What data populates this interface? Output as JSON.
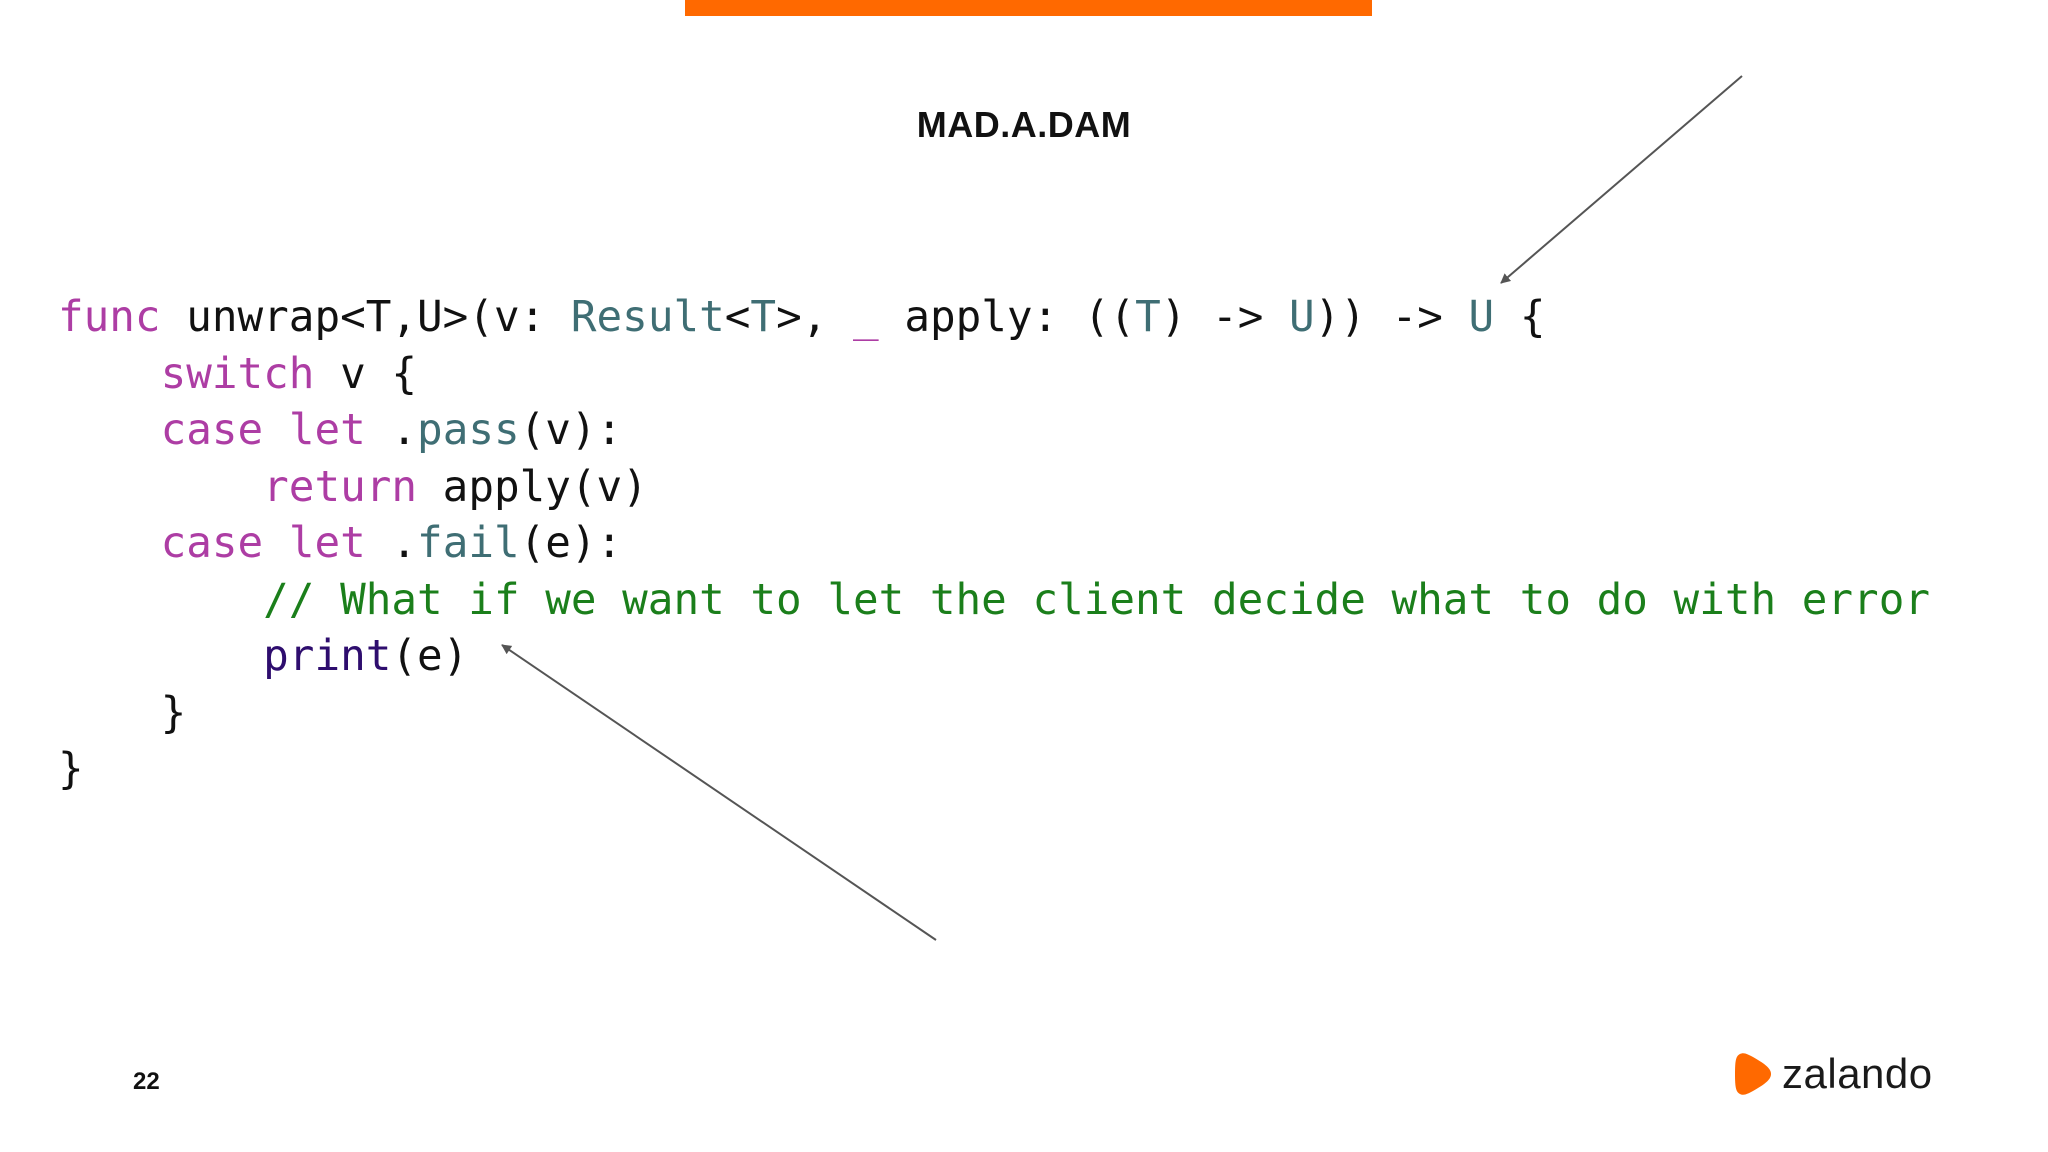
{
  "slide": {
    "title": "MAD.A.DAM",
    "page_number": "22",
    "accent_color": "#ff6900"
  },
  "code": {
    "language": "swift",
    "lines": [
      {
        "tokens": [
          {
            "text": "func",
            "kind": "kw"
          },
          {
            "text": " unwrap<T,U>(v: ",
            "kind": "pl"
          },
          {
            "text": "Result",
            "kind": "ty"
          },
          {
            "text": "<",
            "kind": "pl"
          },
          {
            "text": "T",
            "kind": "ty"
          },
          {
            "text": ">, ",
            "kind": "pl"
          },
          {
            "text": "_",
            "kind": "kw"
          },
          {
            "text": " apply: ((",
            "kind": "pl"
          },
          {
            "text": "T",
            "kind": "ty"
          },
          {
            "text": ") -> ",
            "kind": "pl"
          },
          {
            "text": "U",
            "kind": "ty"
          },
          {
            "text": ")) -> ",
            "kind": "pl"
          },
          {
            "text": "U",
            "kind": "ty"
          },
          {
            "text": " {",
            "kind": "pl"
          }
        ]
      },
      {
        "tokens": [
          {
            "text": "    ",
            "kind": "pl"
          },
          {
            "text": "switch",
            "kind": "kw"
          },
          {
            "text": " v {",
            "kind": "pl"
          }
        ]
      },
      {
        "tokens": [
          {
            "text": "    ",
            "kind": "pl"
          },
          {
            "text": "case",
            "kind": "kw"
          },
          {
            "text": " ",
            "kind": "pl"
          },
          {
            "text": "let",
            "kind": "kw"
          },
          {
            "text": " .",
            "kind": "pl"
          },
          {
            "text": "pass",
            "kind": "ty"
          },
          {
            "text": "(v):",
            "kind": "pl"
          }
        ]
      },
      {
        "tokens": [
          {
            "text": "        ",
            "kind": "pl"
          },
          {
            "text": "return",
            "kind": "kw"
          },
          {
            "text": " apply(v)",
            "kind": "pl"
          }
        ]
      },
      {
        "tokens": [
          {
            "text": "    ",
            "kind": "pl"
          },
          {
            "text": "case",
            "kind": "kw"
          },
          {
            "text": " ",
            "kind": "pl"
          },
          {
            "text": "let",
            "kind": "kw"
          },
          {
            "text": " .",
            "kind": "pl"
          },
          {
            "text": "fail",
            "kind": "ty"
          },
          {
            "text": "(e):",
            "kind": "pl"
          }
        ]
      },
      {
        "tokens": [
          {
            "text": "        ",
            "kind": "pl"
          },
          {
            "text": "// What if we want to let the client decide what to do with error",
            "kind": "cm"
          }
        ]
      },
      {
        "tokens": [
          {
            "text": "        ",
            "kind": "pl"
          },
          {
            "text": "print",
            "kind": "fn"
          },
          {
            "text": "(e)",
            "kind": "pl"
          }
        ]
      },
      {
        "tokens": [
          {
            "text": "    }",
            "kind": "pl"
          }
        ]
      },
      {
        "tokens": [
          {
            "text": "}",
            "kind": "pl"
          }
        ]
      }
    ]
  },
  "annotations": {
    "arrow_color": "#555555"
  },
  "logo": {
    "text": "zalando",
    "icon": "zalando-logo-icon",
    "color": "#ff6900"
  }
}
